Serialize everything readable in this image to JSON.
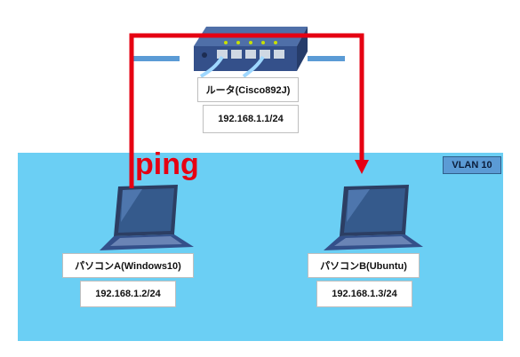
{
  "vlan": {
    "label": "VLAN 10"
  },
  "router": {
    "name": "ルータ(Cisco892J)",
    "ip": "192.168.1.1/24"
  },
  "pc_a": {
    "name": "パソコンA(Windows10)",
    "ip": "192.168.1.2/24"
  },
  "pc_b": {
    "name": "パソコンB(Ubuntu)",
    "ip": "192.168.1.3/24"
  },
  "ping": {
    "label": "ping",
    "color": "#e60012"
  },
  "colors": {
    "vlan_bg": "#6bcff4",
    "link": "#5b9bd5",
    "ping_arrow": "#e60012"
  }
}
